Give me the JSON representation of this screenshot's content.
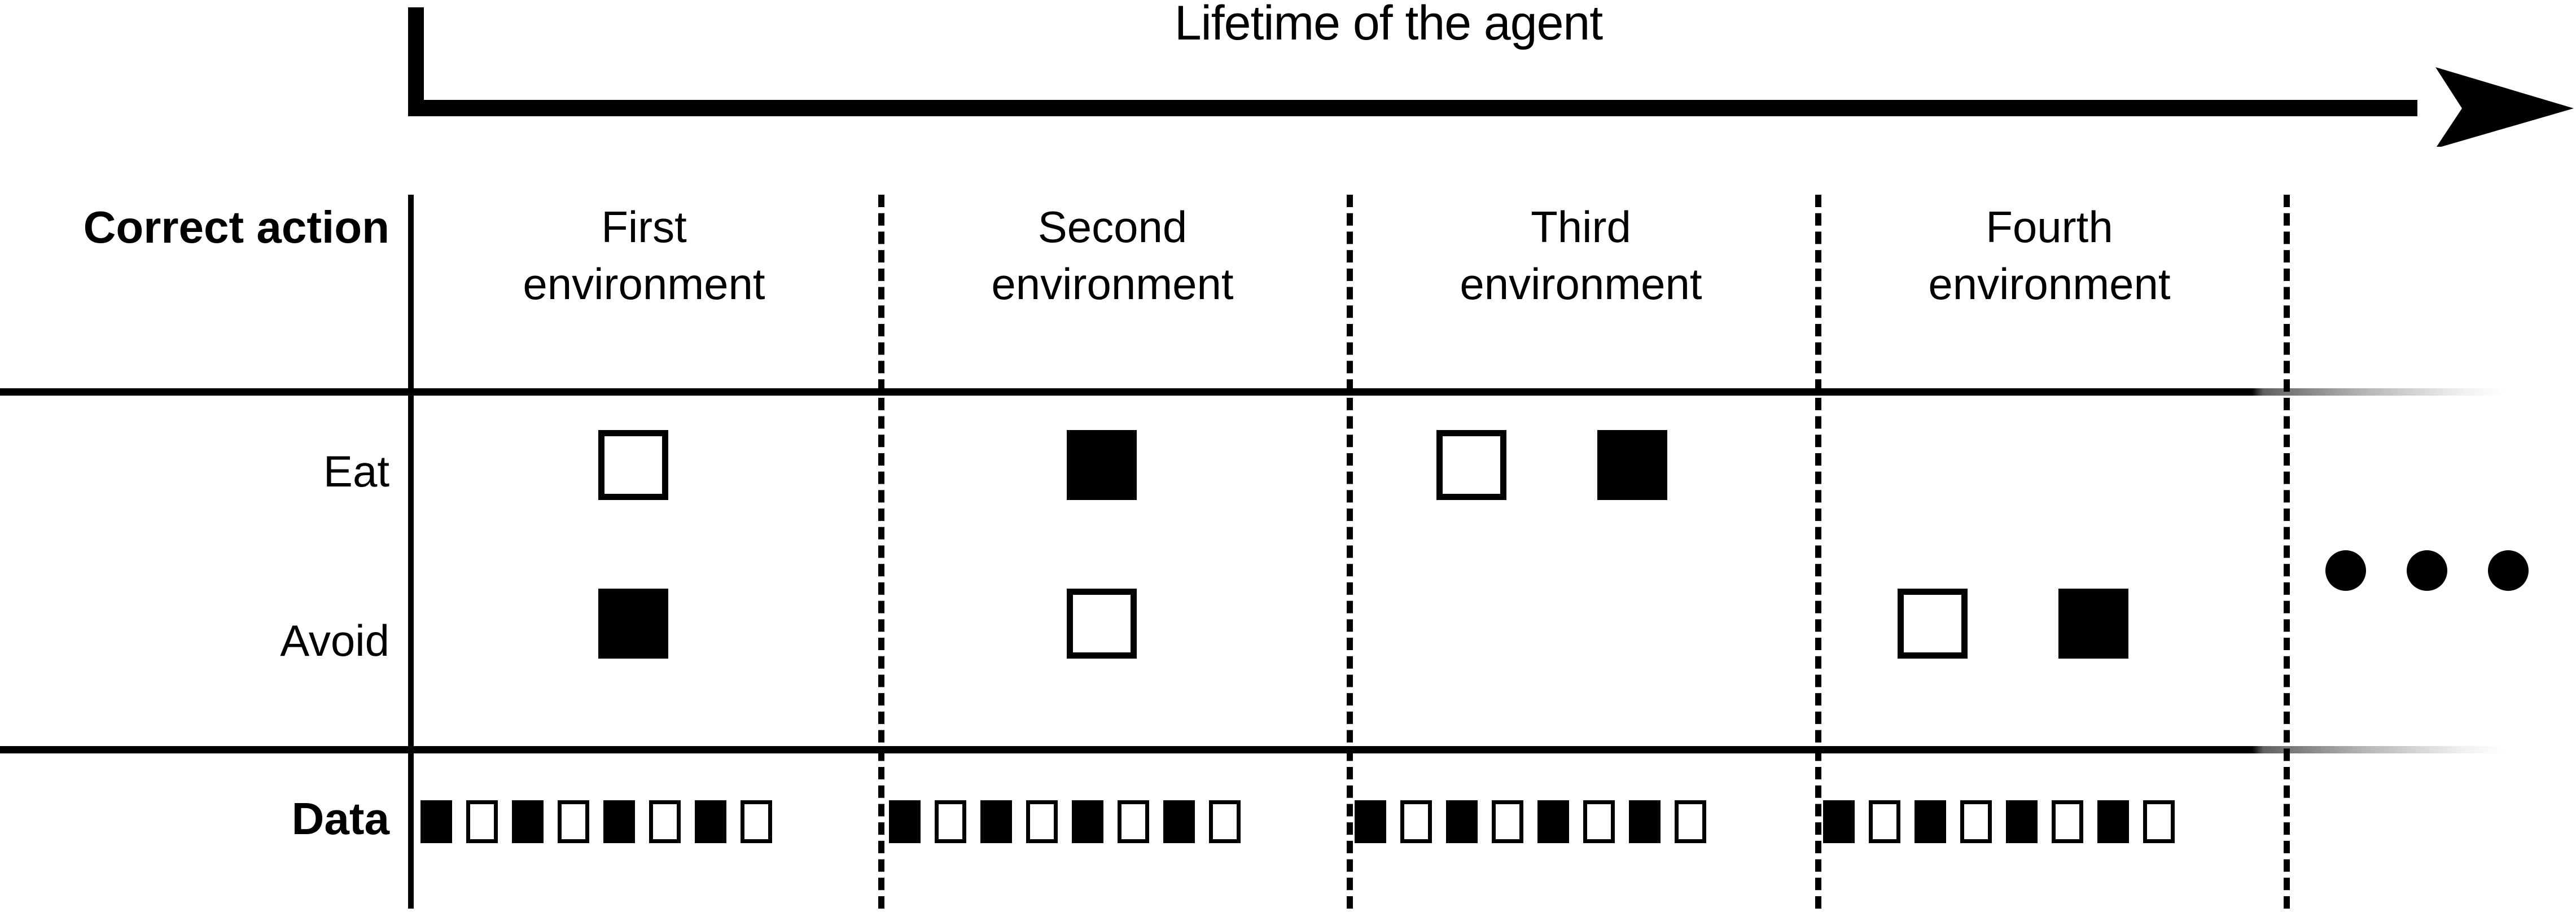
{
  "timeline": {
    "title": "Lifetime of the agent",
    "arrow_icon": "right-arrow-icon"
  },
  "table": {
    "row_labels": {
      "header": "Correct\naction",
      "header_line1": "Correct",
      "header_line2": "action",
      "eat": "Eat",
      "avoid": "Avoid",
      "data": "Data"
    },
    "columns": [
      {
        "ordinal": "First",
        "noun": "environment"
      },
      {
        "ordinal": "Second",
        "noun": "environment"
      },
      {
        "ordinal": "Third",
        "noun": "environment"
      },
      {
        "ordinal": "Fourth",
        "noun": "environment"
      }
    ],
    "continuation_icon": "ellipsis-dots-icon",
    "continuation_dots": 3
  },
  "chart_data": {
    "type": "table",
    "title": "Lifetime of the agent",
    "xlabel": "",
    "ylabel": "Correct action",
    "categories": [
      "First environment",
      "Second environment",
      "Third environment",
      "Fourth environment"
    ],
    "row_headers": [
      "Eat",
      "Avoid",
      "Data"
    ],
    "legend": [
      {
        "name": "white square",
        "fill": "white",
        "stroke": "black"
      },
      {
        "name": "black square",
        "fill": "black",
        "stroke": "black"
      }
    ],
    "cells": {
      "Eat": [
        [
          "white"
        ],
        [
          "black"
        ],
        [
          "white",
          "black"
        ],
        []
      ],
      "Avoid": [
        [
          "black"
        ],
        [
          "white"
        ],
        [],
        [
          "white",
          "black"
        ]
      ],
      "Data": [
        [
          "black",
          "white",
          "black",
          "white",
          "black",
          "white",
          "black",
          "white"
        ],
        [
          "black",
          "white",
          "black",
          "white",
          "black",
          "white",
          "black",
          "white"
        ],
        [
          "black",
          "white",
          "black",
          "white",
          "black",
          "white",
          "black",
          "white"
        ],
        [
          "black",
          "white",
          "black",
          "white",
          "black",
          "white",
          "black",
          "white"
        ]
      ]
    },
    "annotations": [
      "..."
    ],
    "grid": true,
    "legend_position": "none"
  },
  "colors": {
    "ink": "#000000",
    "paper": "#ffffff"
  }
}
